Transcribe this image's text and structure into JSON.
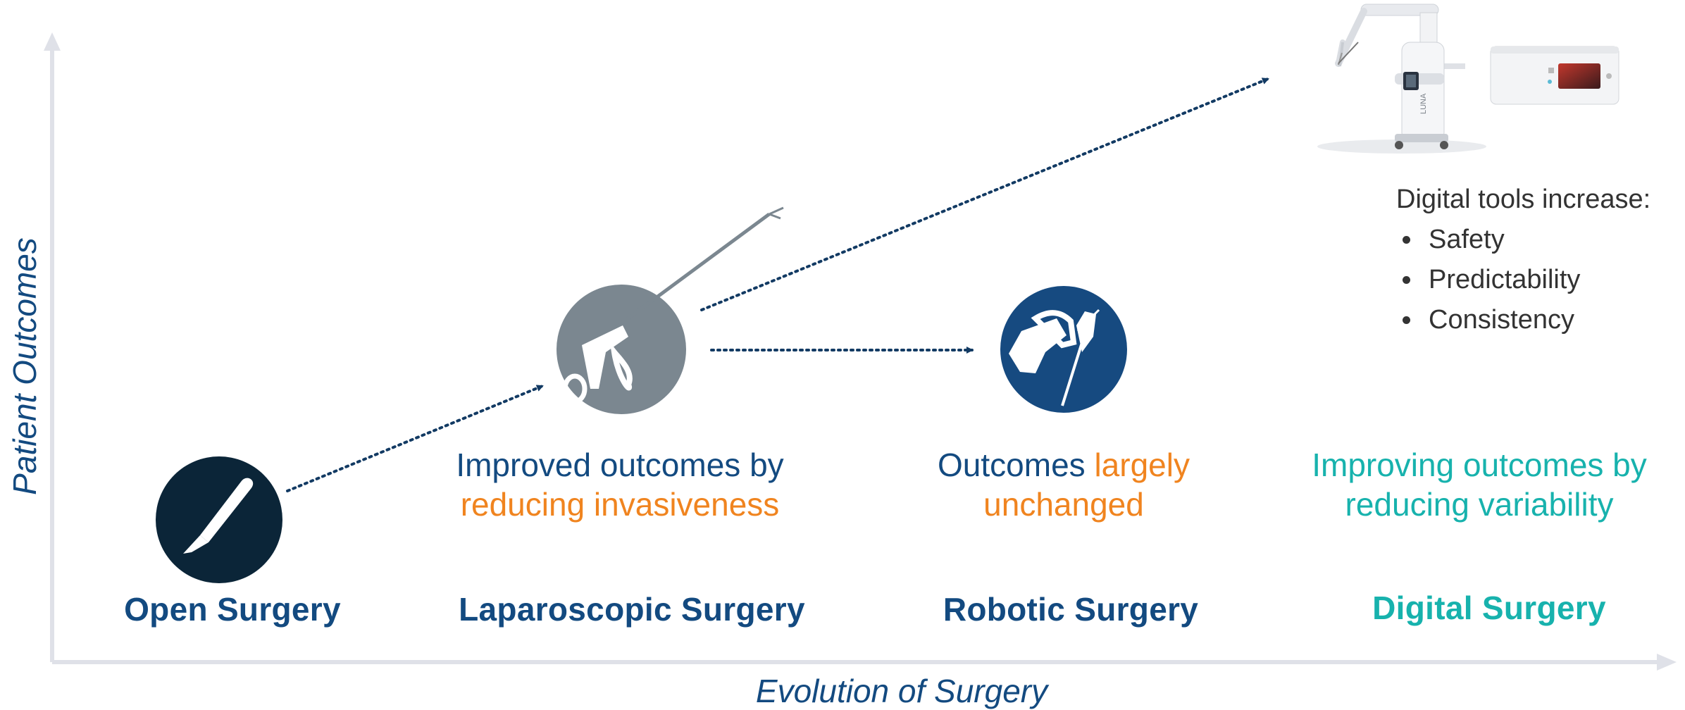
{
  "axes": {
    "y_label": "Patient Outcomes",
    "x_label": "Evolution of Surgery"
  },
  "stages": [
    {
      "name": "Open Surgery",
      "icon": "scalpel-icon"
    },
    {
      "name": "Laparoscopic Surgery",
      "icon": "laparoscopic-grasper-icon",
      "caption_plain": "Improved outcomes by",
      "caption_highlight": "reducing invasiveness"
    },
    {
      "name": "Robotic Surgery",
      "icon": "robotic-arm-icon",
      "caption_plain": "Outcomes",
      "caption_highlight": "largely",
      "caption_highlight_2": "unchanged"
    },
    {
      "name": "Digital Surgery",
      "icon": "digital-surgery-robot-image",
      "caption_line1": "Improving outcomes by",
      "caption_line2": "reducing variability"
    }
  ],
  "digital_tools": {
    "heading": "Digital tools increase:",
    "items": [
      "Safety",
      "Predictability",
      "Consistency"
    ]
  },
  "image_text": {
    "robot_brand": "LUNA"
  },
  "colors": {
    "navy": "#134a80",
    "dark_navy": "#0b2538",
    "gray_circle": "#7b8790",
    "robotic_circle": "#164a80",
    "orange": "#f0841f",
    "teal": "#17b2ad",
    "axis": "#dfe1e8",
    "arrow": "#123a63"
  }
}
